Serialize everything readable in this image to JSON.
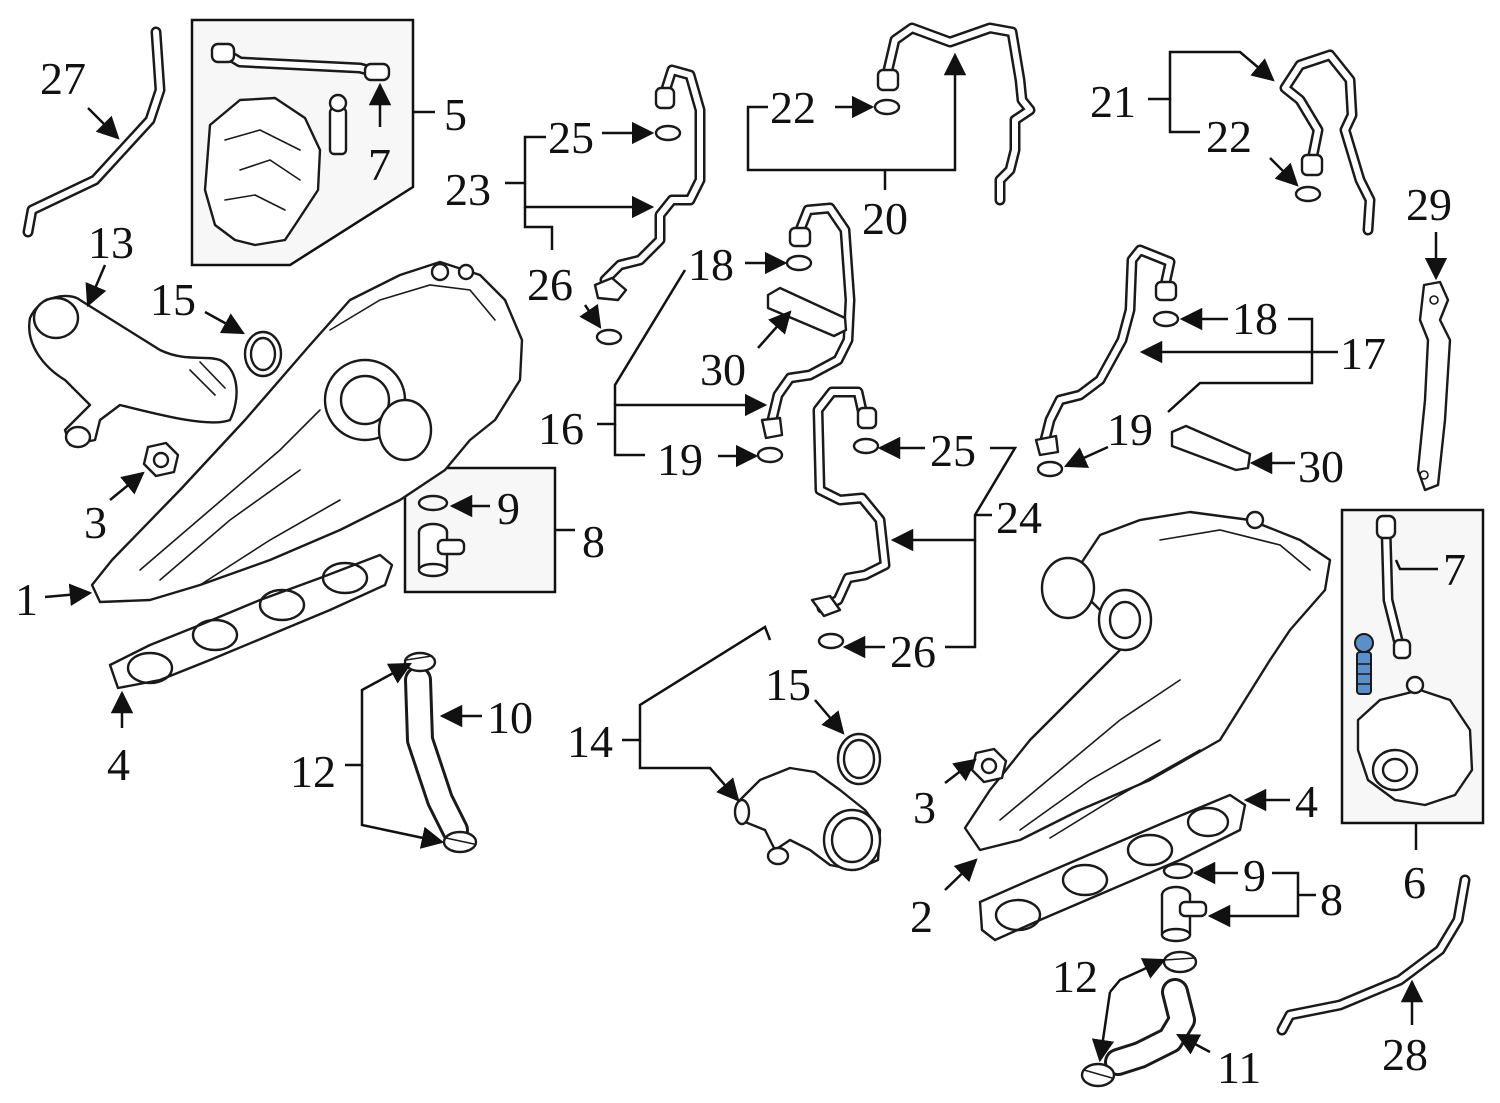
{
  "diagram": {
    "accent_color": "#5b8fc9",
    "callouts": {
      "c1": "1",
      "c2": "2",
      "c3a": "3",
      "c3b": "3",
      "c4a": "4",
      "c4b": "4",
      "c5": "5",
      "c6": "6",
      "c7a": "7",
      "c7b": "7",
      "c8a": "8",
      "c8b": "8",
      "c9a": "9",
      "c9b": "9",
      "c10": "10",
      "c11": "11",
      "c12a": "12",
      "c12b": "12",
      "c13": "13",
      "c14": "14",
      "c15a": "15",
      "c15b": "15",
      "c16": "16",
      "c17": "17",
      "c18a": "18",
      "c18b": "18",
      "c19a": "19",
      "c19b": "19",
      "c20": "20",
      "c21": "21",
      "c22a": "22",
      "c22b": "22",
      "c23": "23",
      "c24": "24",
      "c25a": "25",
      "c25b": "25",
      "c26a": "26",
      "c26b": "26",
      "c27": "27",
      "c28": "28",
      "c29": "29",
      "c30a": "30",
      "c30b": "30"
    }
  }
}
